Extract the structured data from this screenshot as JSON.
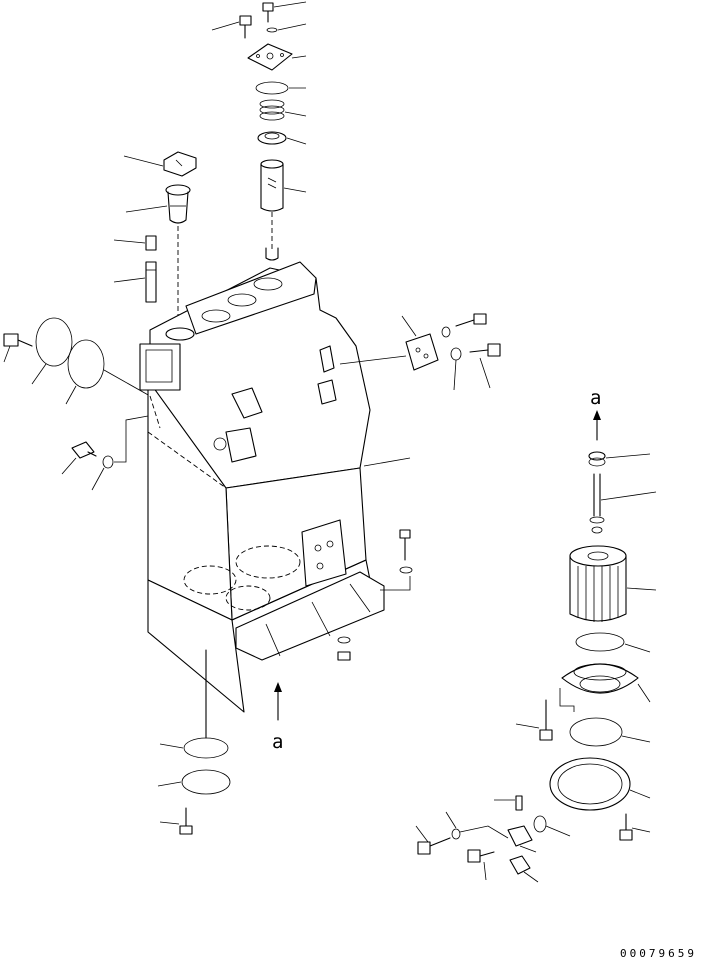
{
  "view_label_upper": "a",
  "view_label_lower": "a",
  "drawing_code": "00079659",
  "icons": [
    "bolt-icon",
    "washer-icon",
    "plate-icon",
    "spring-icon",
    "filter-icon",
    "cap-icon",
    "arrow-up-icon"
  ]
}
